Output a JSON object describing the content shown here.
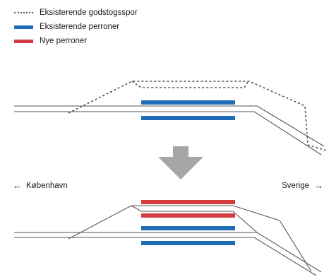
{
  "legend": {
    "items": [
      {
        "label": "Eksisterende godstogsspor",
        "style": "dotted",
        "color": "#555555"
      },
      {
        "label": "Eksisterende perroner",
        "style": "solid",
        "color": "#1f6bb5"
      },
      {
        "label": "Nye perroner",
        "style": "solid",
        "color": "#d63a3f"
      }
    ]
  },
  "directions": {
    "left": {
      "label": "København",
      "icon": "arrow-left-icon"
    },
    "right": {
      "label": "Sverige",
      "icon": "arrow-right-icon"
    }
  },
  "colors": {
    "track": "#555555",
    "existing_platform": "#1f6bb5",
    "new_platform": "#d63a3f",
    "transition_arrow": "#a6a6a6"
  }
}
